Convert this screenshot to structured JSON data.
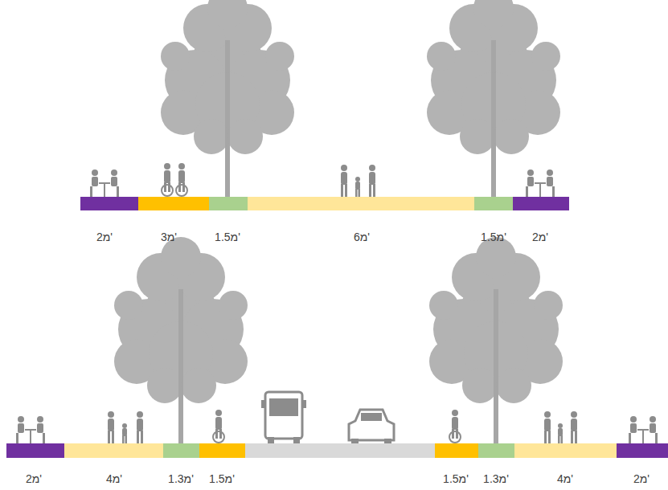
{
  "diagram": {
    "labels": [
      "2מ'",
      "3מ'",
      "1.5מ'",
      "6מ'",
      "1.5מ'",
      "2מ'",
      "2מ'",
      "4מ'",
      "1.3מ'",
      "1.5מ'",
      "1.5מ'",
      "1.3מ'",
      "4מ'",
      "2מ'"
    ]
  }
}
